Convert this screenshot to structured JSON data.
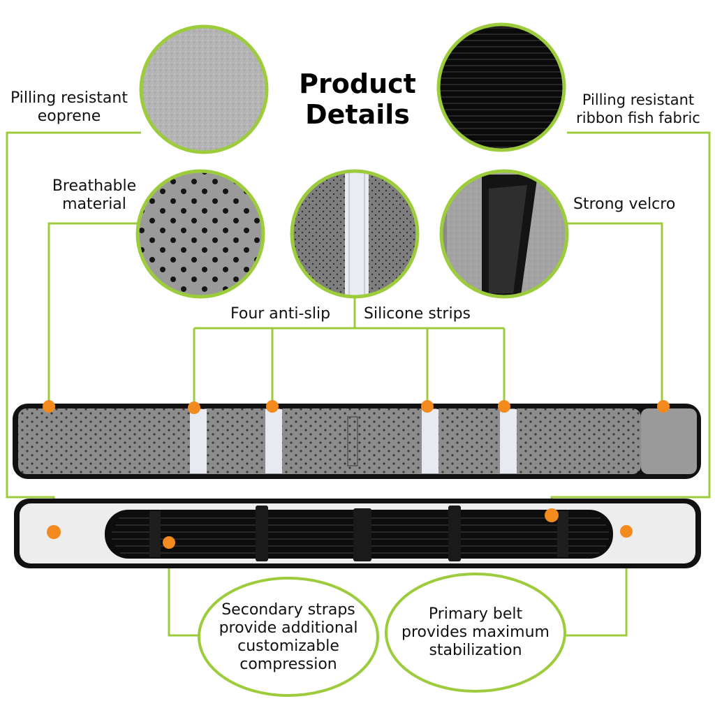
{
  "title_line1": "Product",
  "title_line2": "Details",
  "labels": {
    "eoprene_line1": "Pilling resistant",
    "eoprene_line2": "eoprene",
    "ribbon_line1": "Pilling resistant",
    "ribbon_line2": "ribbon fish fabric",
    "breathable_line1": "Breathable",
    "breathable_line2": "material",
    "velcro": "Strong velcro",
    "antislip_left": "Four anti-slip",
    "antislip_right": "Silicone strips"
  },
  "ovals": {
    "secondary_line1": "Secondary straps",
    "secondary_line2": "provide additional",
    "secondary_line3": "customizable",
    "secondary_line4": "compression",
    "primary_line1": "Primary belt",
    "primary_line2": "provides maximum",
    "primary_line3": "stabilization"
  },
  "colors": {
    "accent_green": "#9ccc3c",
    "marker_orange": "#f28a1e",
    "fabric_gray": "#8f8f8f",
    "belt_black": "#111111"
  }
}
